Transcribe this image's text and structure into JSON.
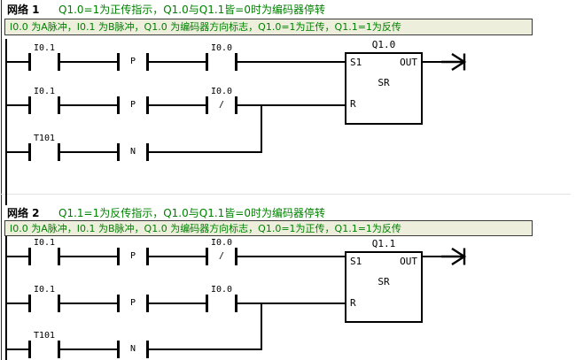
{
  "colors": {
    "title_green": "#008000",
    "comment_bg": "#eeeedd",
    "line_black": "#000000",
    "background": "#ffffff"
  },
  "networks": [
    {
      "name": "网络 1",
      "title": "Q1.0=1为正传指示，Q1.0与Q1.1皆=0时为编码器停转",
      "comment": "I0.0 为A脉冲，I0.1 为B脉冲，Q1.0 为编码器方向标志，Q1.0=1为正传，Q1.1=1为反传",
      "block": {
        "address": "Q1.0",
        "type": "SR",
        "input_set": "S1",
        "input_reset": "R",
        "output": "OUT"
      },
      "rungs": [
        {
          "contacts": [
            {
              "label": "I0.1",
              "mod": ""
            },
            {
              "label": "",
              "mod": "P"
            },
            {
              "label": "I0.0",
              "mod": ""
            }
          ]
        },
        {
          "contacts": [
            {
              "label": "I0.1",
              "mod": ""
            },
            {
              "label": "",
              "mod": "P"
            },
            {
              "label": "I0.0",
              "mod": "/"
            }
          ]
        },
        {
          "contacts": [
            {
              "label": "T101",
              "mod": ""
            },
            {
              "label": "",
              "mod": "N"
            }
          ]
        }
      ]
    },
    {
      "name": "网络 2",
      "title": "Q1.1=1为反传指示，Q1.0与Q1.1皆=0时为编码器停转",
      "comment": "I0.0 为A脉冲，I0.1 为B脉冲，Q1.0 为编码器方向标志，Q1.0=1为正传，Q1.1=1为反传",
      "block": {
        "address": "Q1.1",
        "type": "SR",
        "input_set": "S1",
        "input_reset": "R",
        "output": "OUT"
      },
      "rungs": [
        {
          "contacts": [
            {
              "label": "I0.1",
              "mod": ""
            },
            {
              "label": "",
              "mod": "P"
            },
            {
              "label": "I0.0",
              "mod": "/"
            }
          ]
        },
        {
          "contacts": [
            {
              "label": "I0.1",
              "mod": ""
            },
            {
              "label": "",
              "mod": "P"
            },
            {
              "label": "I0.0",
              "mod": ""
            }
          ]
        },
        {
          "contacts": [
            {
              "label": "T101",
              "mod": ""
            },
            {
              "label": "",
              "mod": "N"
            }
          ]
        }
      ]
    }
  ]
}
